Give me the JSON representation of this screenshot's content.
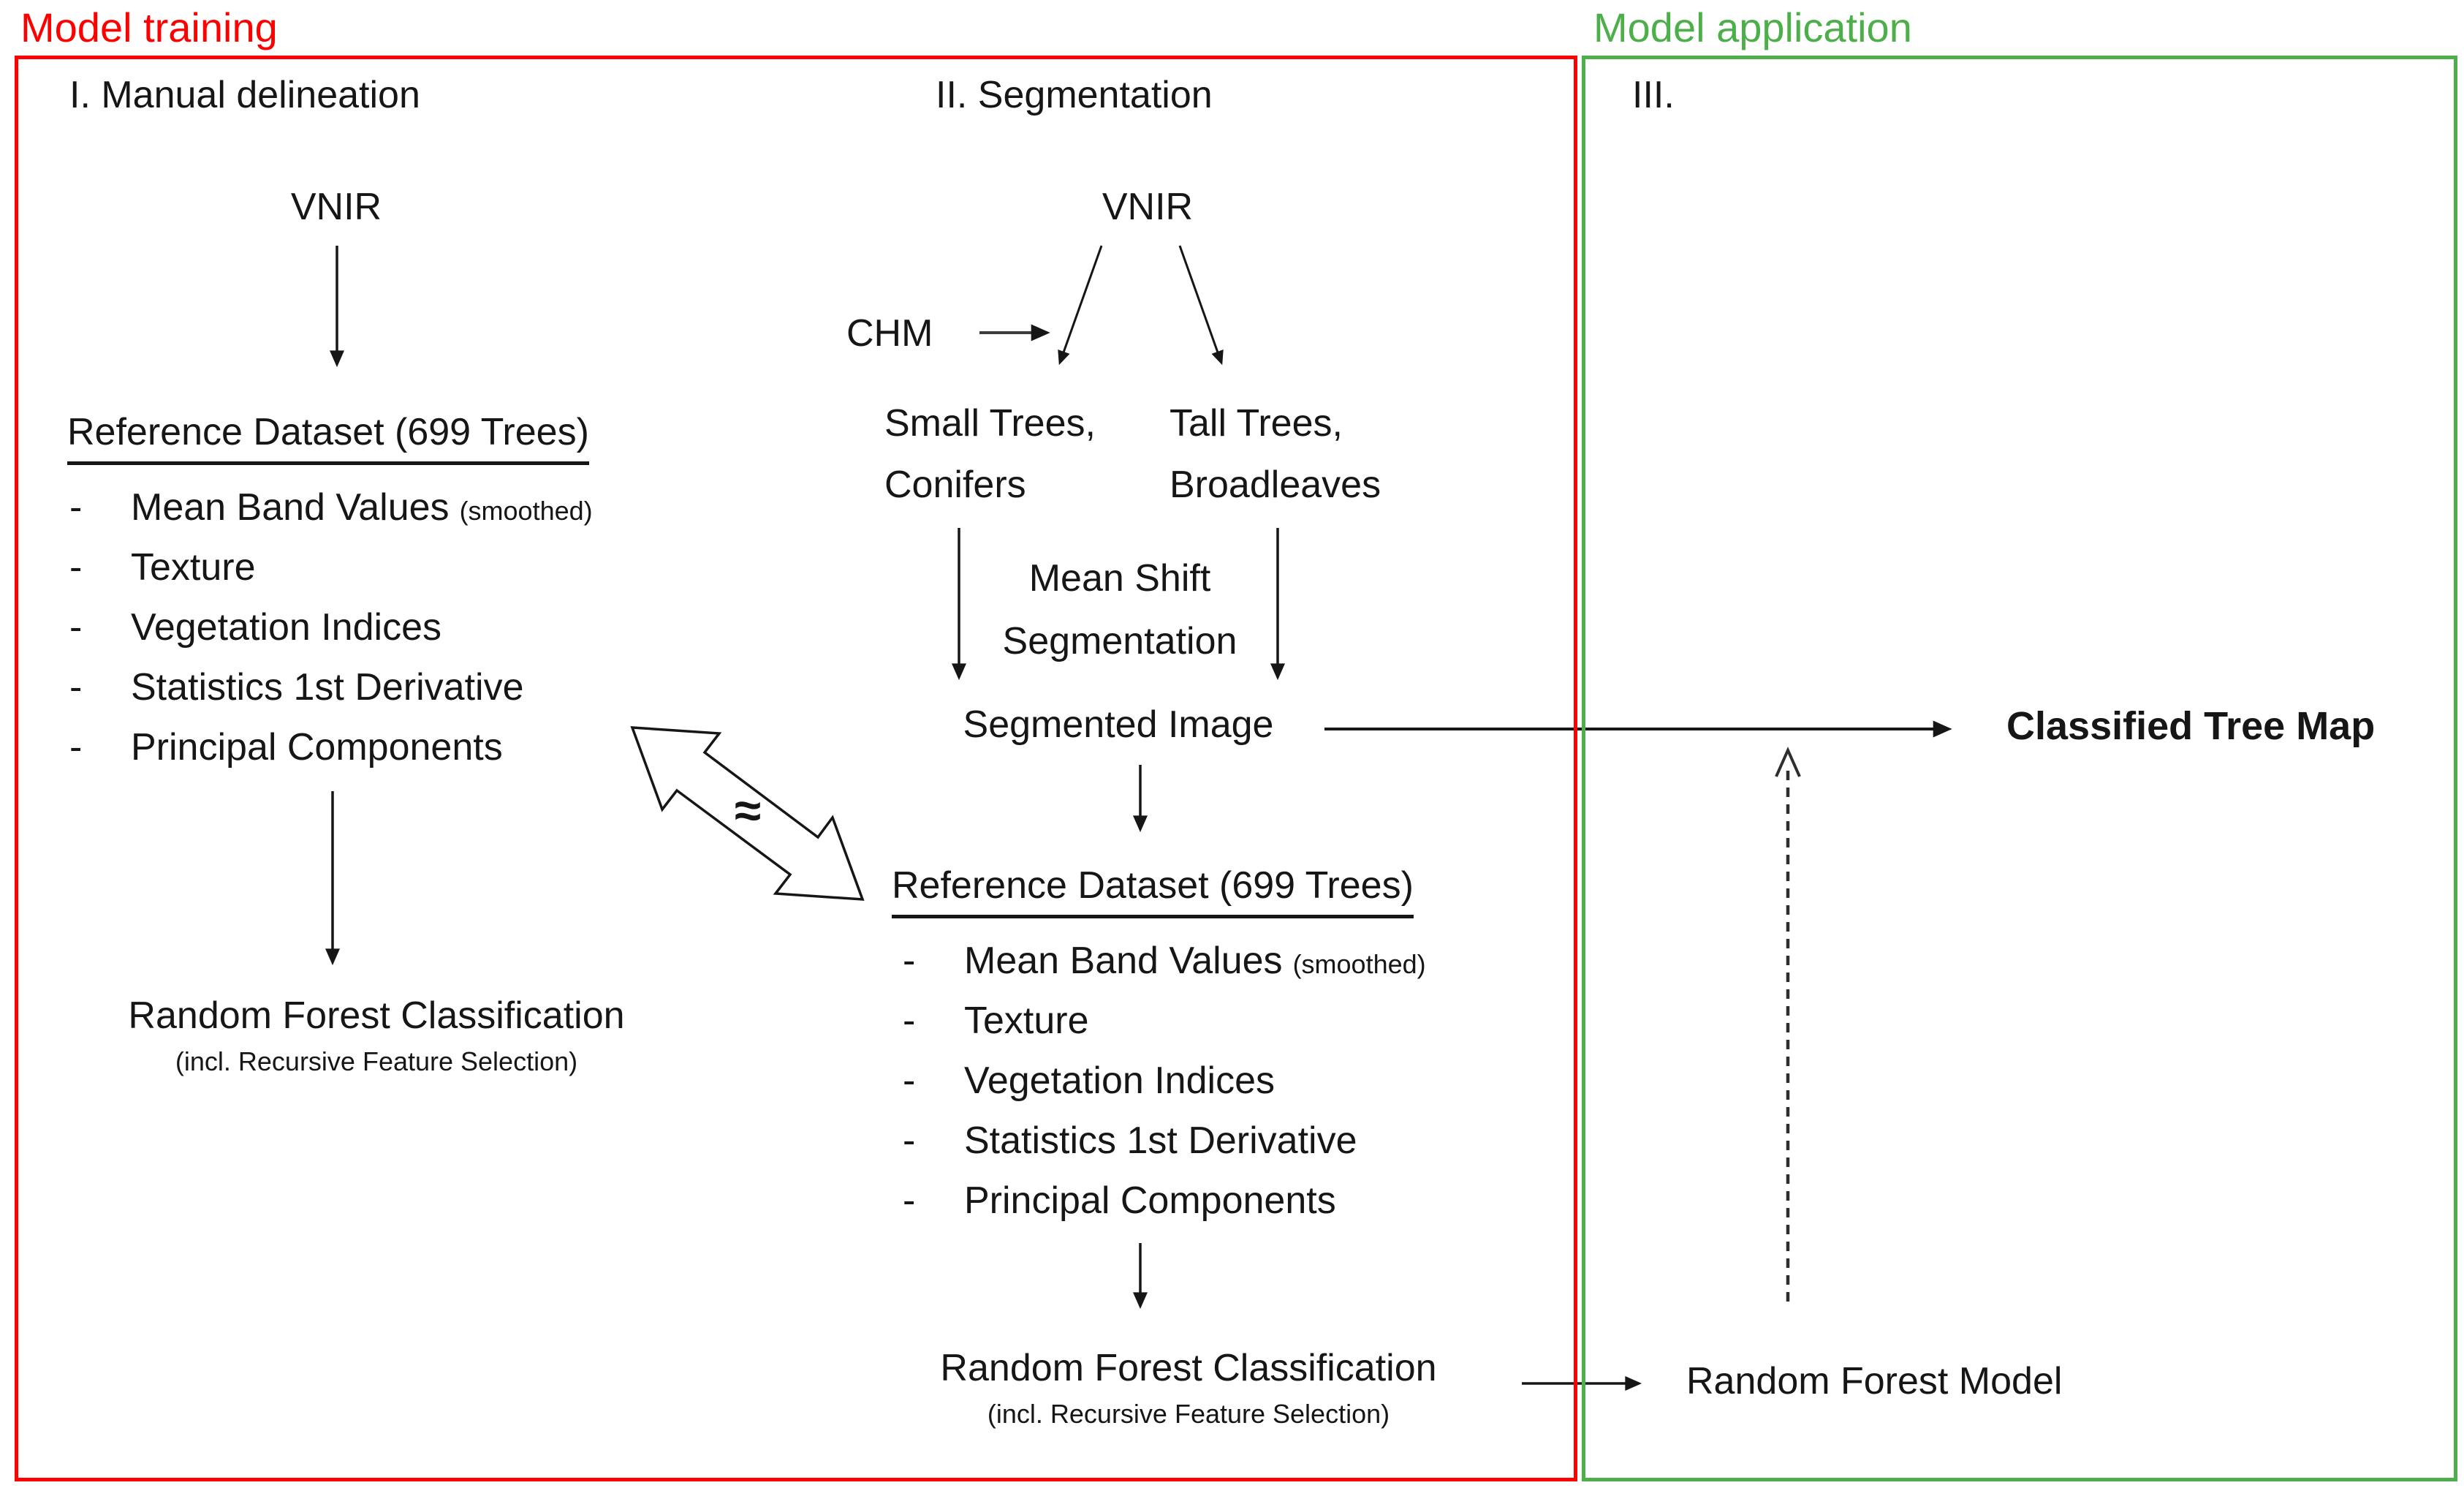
{
  "ui": {
    "bullet_char": "-",
    "equivalence_symbol": "≈"
  },
  "header": {
    "training": {
      "label": "Model training",
      "color": "#fe0000"
    },
    "application": {
      "label": "Model application",
      "color": "#4daf4a"
    }
  },
  "manual_delineation": {
    "title": "I. Manual delineation",
    "input": "VNIR",
    "dataset": {
      "title": "Reference Dataset (699 Trees)",
      "features": [
        {
          "text": "Mean Band Values",
          "suffix": "(smoothed)"
        },
        {
          "text": "Texture"
        },
        {
          "text": "Vegetation Indices"
        },
        {
          "text": "Statistics 1st Derivative"
        },
        {
          "text": "Principal Components"
        }
      ]
    },
    "classifier": {
      "title": "Random Forest Classification",
      "note": "(incl. Recursive Feature Selection)"
    }
  },
  "segmentation": {
    "title": "II. Segmentation",
    "input": "VNIR",
    "chm": "CHM",
    "branches": {
      "small_trees": "Small Trees,",
      "conifers": "Conifers",
      "tall_trees": "Tall Trees,",
      "broadleaves": "Broadleaves"
    },
    "method": {
      "line1": "Mean Shift",
      "line2": "Segmentation"
    },
    "segmented_image": "Segmented Image",
    "dataset": {
      "title": "Reference Dataset (699 Trees)",
      "features": [
        {
          "text": "Mean Band Values",
          "suffix": "(smoothed)"
        },
        {
          "text": "Texture"
        },
        {
          "text": "Vegetation Indices"
        },
        {
          "text": "Statistics 1st Derivative"
        },
        {
          "text": "Principal Components"
        }
      ]
    },
    "classifier": {
      "title": "Random Forest Classification",
      "note": "(incl. Recursive Feature Selection)"
    }
  },
  "application": {
    "title": "III.",
    "classified_tree_map": "Classified Tree Map",
    "random_forest_model": "Random Forest Model"
  }
}
